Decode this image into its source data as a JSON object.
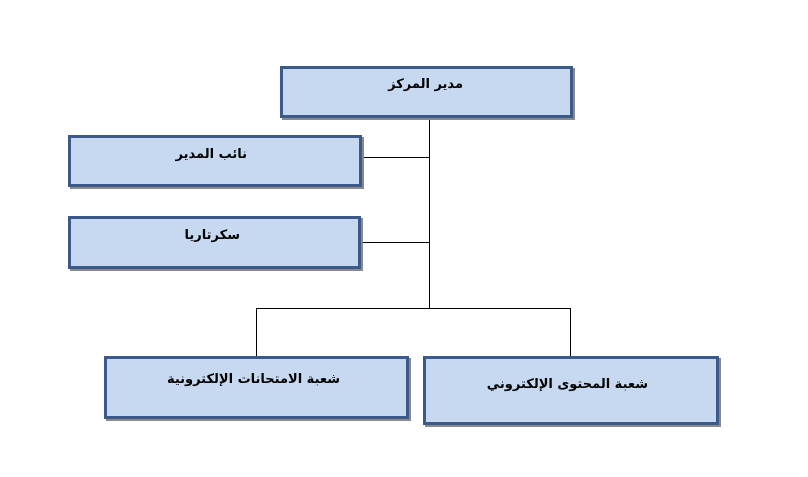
{
  "nodes": {
    "director": {
      "label": "مدير المركز"
    },
    "deputy": {
      "label": "نائب المدير"
    },
    "secretary": {
      "label": "سكرتاريا"
    },
    "exams_division": {
      "label": "شعبة الامتحانات الإلكترونية"
    },
    "content_division": {
      "label": "شعبة المحتوى الإلكتروني"
    }
  },
  "colors": {
    "box_fill": "#c6d9f0",
    "box_border": "#3b5a8a",
    "connector": "#000000"
  }
}
